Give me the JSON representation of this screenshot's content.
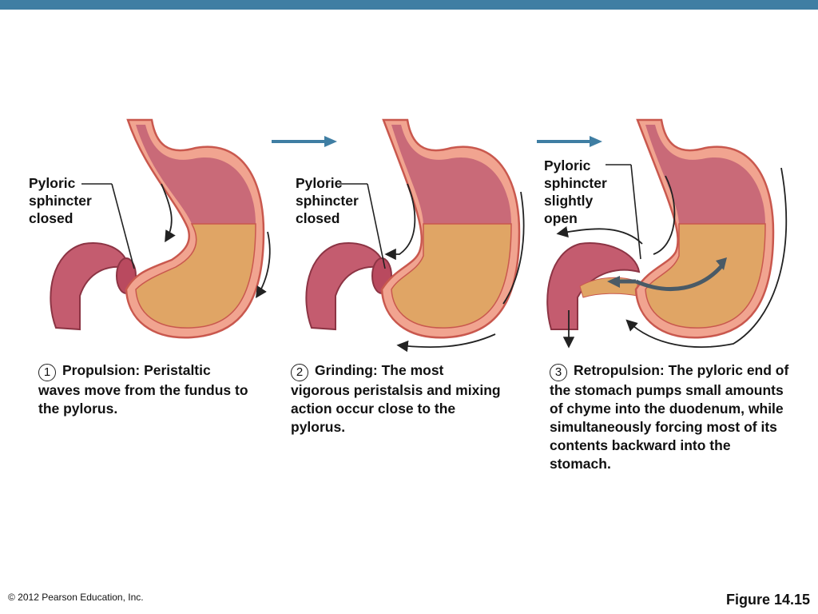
{
  "panels": [
    {
      "label": "Pyloric\nsphincter\nclosed",
      "caption_number": "1",
      "caption_text": "Propulsion: Peristaltic waves move from the fundus to the pylorus."
    },
    {
      "label": "Pyloric\nsphincter\nclosed",
      "caption_number": "2",
      "caption_text": "Grinding: The most vigorous peristalsis and mixing action occur close to the pylorus."
    },
    {
      "label": "Pyloric\nsphincter\nslightly\nopen",
      "caption_number": "3",
      "caption_text": "Retropulsion: The pyloric end of the stomach pumps small amounts of chyme into the duodenum, while simultaneously forcing most of its contents backward into the stomach."
    }
  ],
  "footer": {
    "copyright": "© 2012 Pearson Education, Inc.",
    "figure": "Figure 14.15"
  },
  "colors": {
    "top_bar": "#3f7ea3",
    "stomach_wall": "#f1a490",
    "stomach_outline": "#c9584e",
    "mucosa": "#c96a78",
    "chyme": "#e0a565",
    "duodenum": "#c45c6f",
    "step_arrow": "#3f7ea3"
  }
}
